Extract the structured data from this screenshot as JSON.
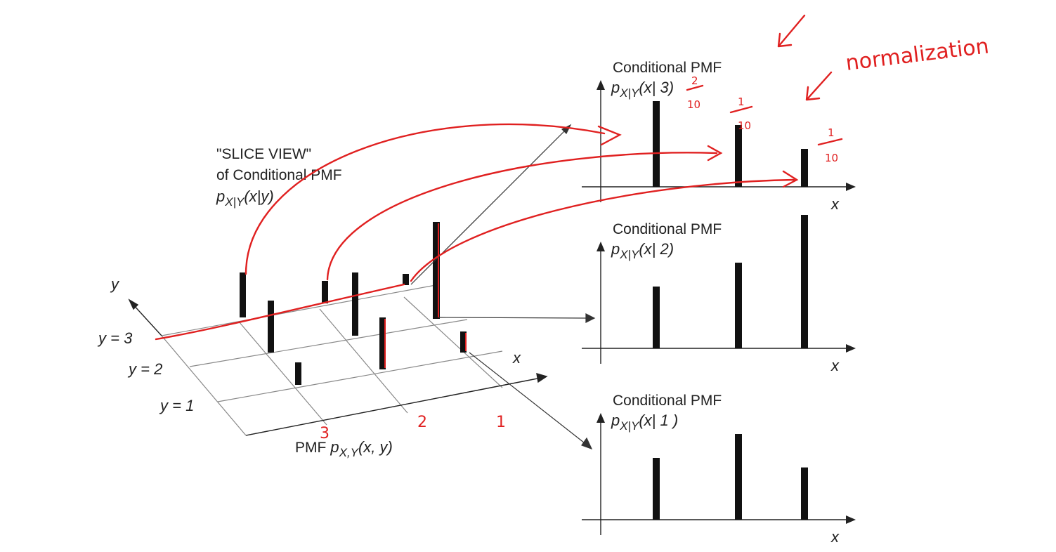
{
  "joint": {
    "title_line1": "\"SLICE VIEW\"",
    "title_line2": "of Conditional PMF",
    "title_formula_p": "p",
    "title_formula_sub": "X|Y",
    "title_formula_arg": "(x|y)",
    "axis_y": "y",
    "axis_x": "x",
    "row_labels": [
      "y = 3",
      "y = 2",
      "y = 1"
    ],
    "pmf_word": "PMF",
    "pmf_p": "p",
    "pmf_sub": "X,Y",
    "pmf_arg": "(x, y)"
  },
  "panels": [
    {
      "title": "Conditional PMF",
      "p": "p",
      "sub": "X|Y",
      "arg": "(x| 3)",
      "xlabel": "x",
      "bars": [
        3,
        2,
        1
      ]
    },
    {
      "title": "Conditional PMF",
      "p": "p",
      "sub": "X|Y",
      "arg": "(x| 2)",
      "xlabel": "x",
      "bars": [
        2,
        3,
        5
      ]
    },
    {
      "title": "Conditional PMF",
      "p": "p",
      "sub": "X|Y",
      "arg": "(x| 1 )",
      "xlabel": "x",
      "bars": [
        2,
        3,
        1.6
      ]
    }
  ],
  "annotations": {
    "word": "normalization",
    "fractions": [
      {
        "num": "2",
        "den": "10"
      },
      {
        "num": "1",
        "den": "10"
      },
      {
        "num": "1",
        "den": "10"
      }
    ],
    "x_numbers": [
      "3",
      "2",
      "1"
    ]
  },
  "colors": {
    "ink": "#111111",
    "grid": "#888888",
    "annotation": "#e02020"
  }
}
